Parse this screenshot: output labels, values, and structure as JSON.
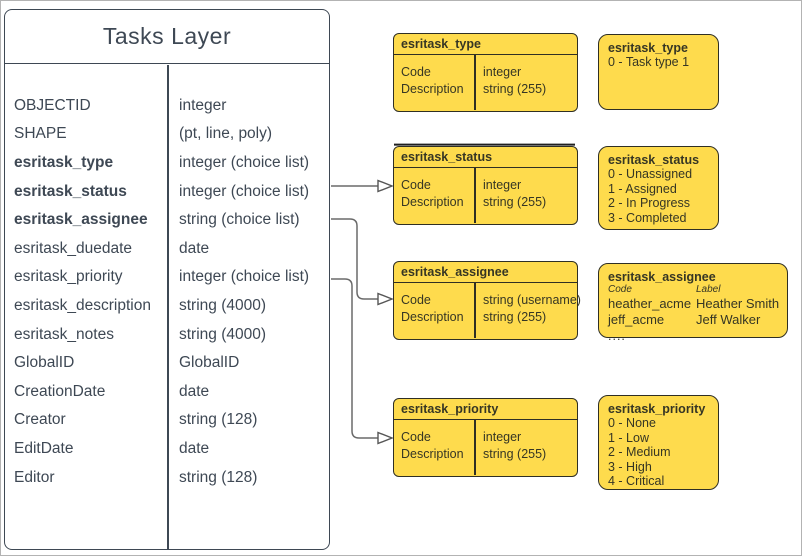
{
  "colors": {
    "yellow_fill": "#fedb4d",
    "yellow_border": "#2f2f24",
    "table_border": "#3e4854",
    "table_text": "#3e4854",
    "connector": "#6a6a6a",
    "page_border": "#b3b3b3"
  },
  "tasks_layer": {
    "title": "Tasks Layer",
    "fields": [
      {
        "name": "OBJECTID",
        "type": "integer",
        "bold": false
      },
      {
        "name": "SHAPE",
        "type": "(pt, line, poly)",
        "bold": false
      },
      {
        "name": "esritask_type",
        "type": "integer (choice list)",
        "bold": true
      },
      {
        "name": "esritask_status",
        "type": "integer (choice list)",
        "bold": true
      },
      {
        "name": "esritask_assignee",
        "type": "string (choice list)",
        "bold": true
      },
      {
        "name": "esritask_duedate",
        "type": "date",
        "bold": false
      },
      {
        "name": "esritask_priority",
        "type": "integer (choice list)",
        "bold": false
      },
      {
        "name": "esritask_description",
        "type": "string (4000)",
        "bold": false
      },
      {
        "name": "esritask_notes",
        "type": "string (4000)",
        "bold": false
      },
      {
        "name": "GlobalID",
        "type": "GlobalID",
        "bold": false
      },
      {
        "name": "CreationDate",
        "type": "date",
        "bold": false
      },
      {
        "name": "Creator",
        "type": "string (128)",
        "bold": false
      },
      {
        "name": "EditDate",
        "type": "date",
        "bold": false
      },
      {
        "name": "Editor",
        "type": "string (128)",
        "bold": false
      }
    ]
  },
  "domain_tables": [
    {
      "title": "esritask_type",
      "col1": [
        "Code",
        "Description"
      ],
      "col2": [
        "integer",
        "string (255)"
      ]
    },
    {
      "title": "esritask_status",
      "col1": [
        "Code",
        "Description"
      ],
      "col2": [
        "integer",
        "string (255)"
      ]
    },
    {
      "title": "esritask_assignee",
      "col1": [
        "Code",
        "Description"
      ],
      "col2": [
        "string (username)",
        "string (255)"
      ]
    },
    {
      "title": "esritask_priority",
      "col1": [
        "Code",
        "Description"
      ],
      "col2": [
        "integer",
        "string (255)"
      ]
    }
  ],
  "value_lists": {
    "type": {
      "title": "esritask_type",
      "items": [
        "0 - Task type 1"
      ]
    },
    "status": {
      "title": "esritask_status",
      "items": [
        "0 - Unassigned",
        "1 - Assigned",
        "2 - In Progress",
        "3 - Completed"
      ]
    },
    "assignee": {
      "title": "esritask_assignee",
      "col_headers": [
        "Code",
        "Label"
      ],
      "rows": [
        [
          "heather_acme",
          "Heather Smith"
        ],
        [
          "jeff_acme",
          "Jeff Walker"
        ]
      ],
      "ellipsis": "...."
    },
    "priority": {
      "title": "esritask_priority",
      "items": [
        "0 - None",
        "1 - Low",
        "2 - Medium",
        "3 - High",
        "4 - Critical"
      ]
    }
  }
}
